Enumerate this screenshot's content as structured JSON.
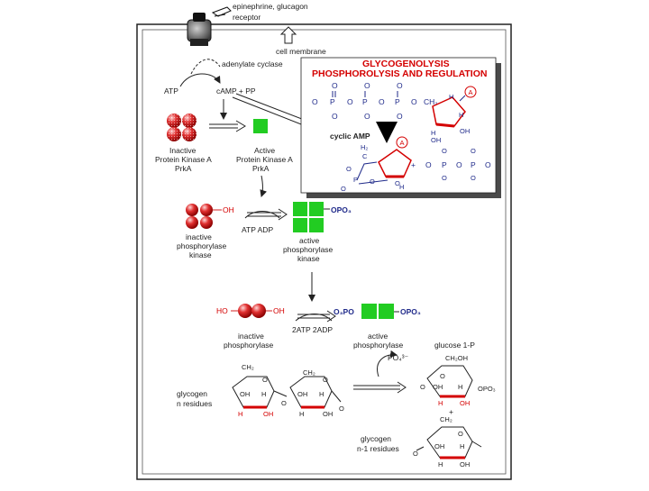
{
  "top": {
    "hormones": "epinephrine, glucagon",
    "receptor": "receptor",
    "cell_membrane": "cell membrane",
    "adenylate_cyclase": "adenylate cyclase",
    "atp": "ATP",
    "camp_pp": "cAMP + PP"
  },
  "inset": {
    "title_line1": "GLYCOGENOLYSIS",
    "title_line2": "PHOSPHOROLYSIS AND REGULATION",
    "cyclic_amp": "cyclic AMP",
    "atom_o": "O",
    "atom_p": "P",
    "atom_h": "H",
    "atom_c": "C",
    "atom_ch2": "CH₂",
    "atom_h2": "H₂",
    "atom_oh": "OH",
    "atom_a": "A",
    "plus": "+"
  },
  "pka": {
    "inactive": [
      "Inactive",
      "Protein Kinase A",
      "PrkA"
    ],
    "active": [
      "Active",
      "Protein Kinase A",
      "PrkA"
    ]
  },
  "phk": {
    "oh": "OH",
    "atp_adp": "ATP   ADP",
    "inactive": [
      "inactive",
      "phosphorylase",
      "kinase"
    ],
    "opo3": "OPO₃",
    "active": [
      "active",
      "phosphorylase",
      "kinase"
    ]
  },
  "phos": {
    "ho": "HO",
    "oh": "OH",
    "atp_adp": "2ATP   2ADP",
    "inactive": [
      "inactive",
      "phosphorylase"
    ],
    "o3po": "O₃PO",
    "opo3": "OPO₃",
    "active": [
      "active",
      "phosphorylase"
    ]
  },
  "glycogen": {
    "label_n": [
      "glycogen",
      "n residues"
    ],
    "po4": "PO₄³⁻",
    "glucose_1p": "glucose 1-P",
    "label_n1": [
      "glycogen",
      "n-1 residues"
    ],
    "ch2oh": "CH₂OH",
    "ch2": "CH₂",
    "o": "O",
    "h": "H",
    "oh": "OH",
    "opo3": "OPO₃",
    "plus": "+"
  },
  "colors": {
    "protein_red": "#d62020",
    "active_green": "#22cc22",
    "inset_red": "#d40000",
    "inset_blue": "#1f2a8a",
    "shadow": "#4a4a4a"
  },
  "icons": {
    "receptor": "receptor-cylinder-icon",
    "hand": "pointing-hand-icon"
  }
}
